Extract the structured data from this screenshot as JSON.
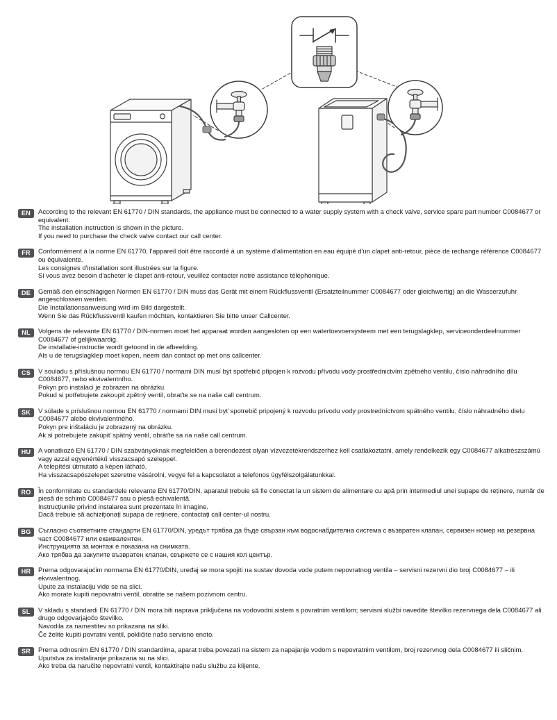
{
  "diagram": {
    "components": [
      "check-valve-symbol-icon",
      "check-valve-part-icon",
      "front-load-washer-drawing",
      "top-load-washer-drawing",
      "faucet-connection-callout-left",
      "faucet-connection-callout-right"
    ]
  },
  "sections": [
    {
      "code": "EN",
      "lines": [
        "According to the relevant EN 61770 / DIN standards, the appliance must be connected to a water supply system with a check valve, service spare part number C0084677 or equivalent.",
        "The installation instruction is shown in the picture.",
        "If you need to purchase the check valve contact our  call  center."
      ]
    },
    {
      "code": "FR",
      "lines": [
        "Conformément à la norme EN 61770, l'appareil doit être raccordé à un système d'alimentation en eau équipé d'un clapet anti-retour, pièce de rechange référence C0084677 ou équivalente.",
        "Les consignes d'installation sont illustrées sur la figure.",
        "Si vous avez besoin d'acheter le clapet anti-retour, veuillez contacter notre assistance téléphonique."
      ]
    },
    {
      "code": "DE",
      "lines": [
        "Gemäß den einschlägigen Normen EN 61770 / DIN muss das Gerät mit einem Rückflussventil (Ersatzteilnummer C0084677 oder gleichwertig) an die Wasserzufuhr angeschlossen werden.",
        "Die Installationsanweisung wird im Bild dargestellt.",
        "Wenn Sie das Rückflussventil kaufen möchten, kontaktieren Sie bitte unser Callcenter."
      ]
    },
    {
      "code": "NL",
      "lines": [
        "Volgens de relevante EN 61770 / DIN-normen moet het apparaat worden aangesloten op een watertoevoersysteem met een terugslagklep, serviceonderdeelnummer C0084677 of gelijkwaardig.",
        "De installatie-instructie wordt getoond in de afbeelding.",
        "Als u de terugslagklep moet kopen, neem dan contact op met ons callcenter."
      ]
    },
    {
      "code": "CS",
      "lines": [
        "V souladu s příslušnou normou EN 61770 / normami DIN musí být spotřebič připojen k rozvodu přívodu vody prostřednictvím zpětného ventilu, číslo náhradního dílu C0084677, nebo ekvivalentního.",
        "Pokyn pro instalaci je zobrazen na obrázku.",
        "Pokud si potřebujete zakoupit zpětný ventil, obraťte se na naše call centrum."
      ]
    },
    {
      "code": "SK",
      "lines": [
        "V súlade s príslušnou normou EN 61770 / normami DIN musí byť spotrebič pripojený k rozvodu prívodu vody prostredníctvom spätného ventilu, číslo náhradného dielu C0084677 alebo ekvivalentného.",
        "Pokyn pre inštaláciu je zobrazený na obrázku.",
        "Ak si potrebujete zakúpiť spätný ventil, obráťte sa na naše call centrum."
      ]
    },
    {
      "code": "HU",
      "lines": [
        "A vonatkozó EN 61770 / DIN szabványoknak megfelelően a berendezést olyan vízvezetékrendszerhez kell csatlakoztatni, amely rendelkezik egy C0084677 alkatrészszámú vagy azzal egyenértékű visszacsapó szeleppel.",
        "A telepítési útmutató a képen látható.",
        "Ha visszacsapószelepet szeretne vásárolni, vegye fel a kapcsolatot a telefonos ügyfélszolgálatunkkal."
      ]
    },
    {
      "code": "RO",
      "lines": [
        "În conformitate cu standardele relevante EN 61770/DIN, aparatul trebuie să fie conectat la un sistem de alimentare cu apă prin intermediul unei supape de reținere, număr de piesă de schimb C0084677 sau o piesă echivalentă.",
        "Instrucțiunile privind instalarea sunt prezentate în imagine.",
        "Dacă trebuie să achiziționați supapa de reținere, contactați call center-ul nostru."
      ]
    },
    {
      "code": "BG",
      "lines": [
        "Съгласно съответните стандарти EN 61770/DIN, уредът трябва да бъде свързан към водоснабдителна система с възвратен клапан, сервизен номер на резервна част C0084677 или еквивалентен.",
        "Инструкцията за монтаж е показана на снимката.",
        "Ако трябва да закупите възвратен клапан, свържете се с нашия кол център."
      ]
    },
    {
      "code": "HR",
      "lines": [
        "Prema odgovarajućim normama EN 61770/DIN, uređaj se mora spojiti na sustav dovoda vode putem nepovratnog ventila – servisni rezervni dio broj C0084677 – ili ekvivalentnog.",
        "Upute za instalaciju vide se na slici.",
        "Ako morate kupiti nepovratni ventil, obratite se našem pozivnom centru."
      ]
    },
    {
      "code": "SL",
      "lines": [
        "V skladu s standardi EN 61770 / DIN mora biti naprava priključena na vodovodni sistem s povratnim ventilom; servisni službi navedite številko rezervnega dela C0084677 ali drugo odgovarjajočo številko.",
        "Navodila za namestitev so prikazana na sliki.",
        "Če želite kupiti povratni ventil, pokličite našo servisno enoto."
      ]
    },
    {
      "code": "SR",
      "lines": [
        "Prema odnosnim EN 61770 / DIN standardima, aparat treba povezati na sistem za napajanje vodom s nepovratnim ventilom, broj rezervnog dela C0084677 ili sličnim.",
        "Uputstva za instaliranje prikazana su na slici.",
        "Ako treba da naručite nepovratni ventil, kontaktirajte našu službu za klijente."
      ]
    }
  ]
}
